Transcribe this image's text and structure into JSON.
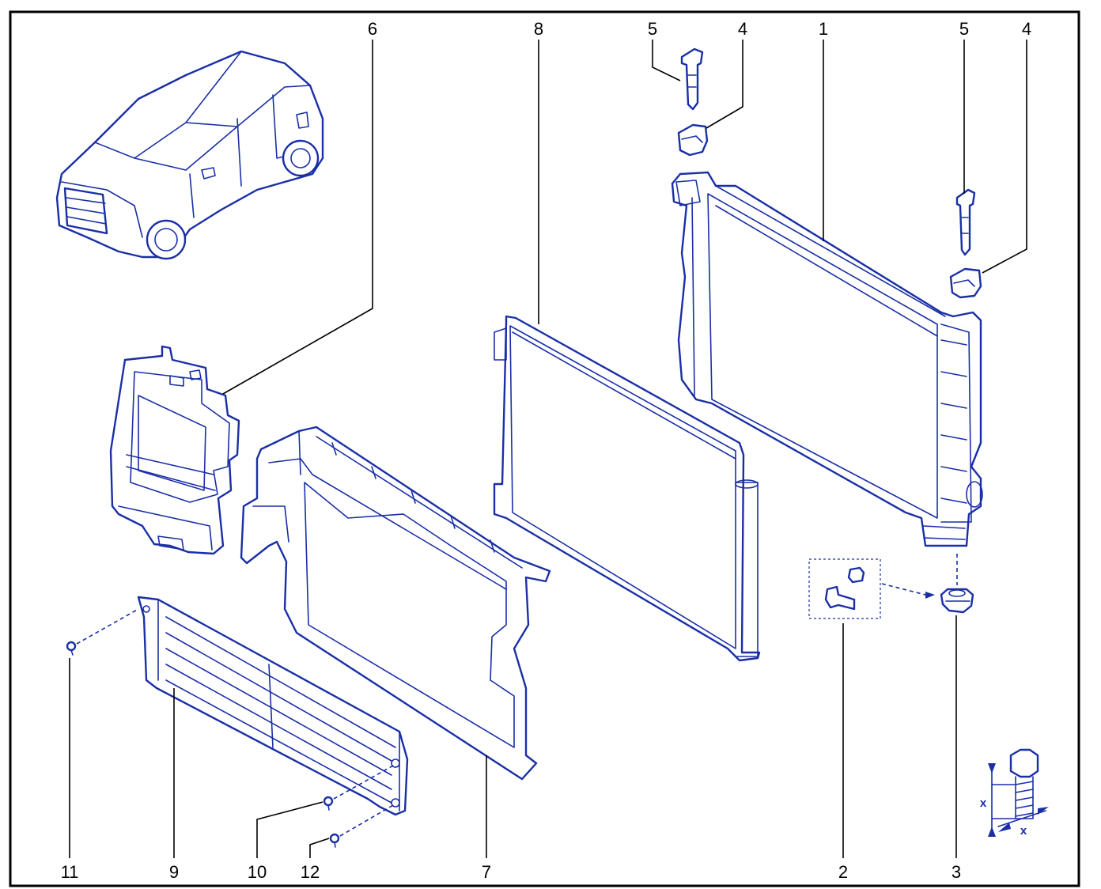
{
  "callouts": {
    "c1": "1",
    "c2": "2",
    "c3": "3",
    "c4a": "4",
    "c4b": "4",
    "c5a": "5",
    "c5b": "5",
    "c6": "6",
    "c7": "7",
    "c8": "8",
    "c9": "9",
    "c10": "10",
    "c11": "11",
    "c12": "12"
  },
  "torque_symbol": {
    "x_label_left": "x",
    "x_label_bottom": "x"
  },
  "colors": {
    "line_art": "#1a2fa6",
    "frame": "#000000",
    "background": "#ffffff"
  }
}
